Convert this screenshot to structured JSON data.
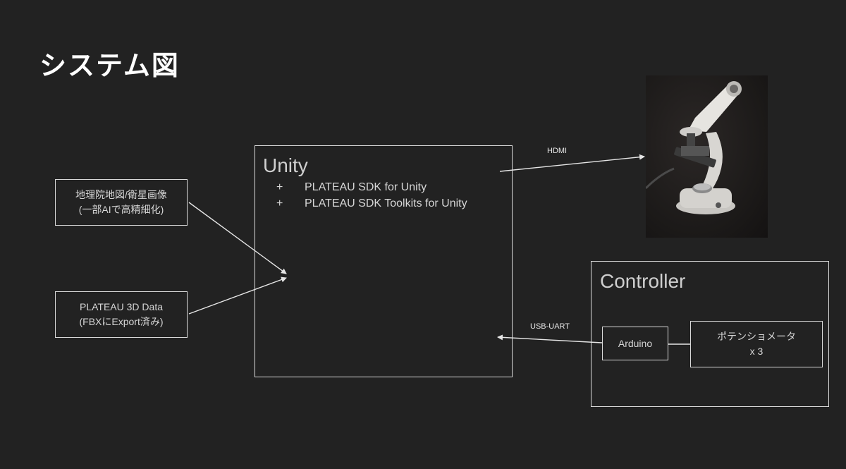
{
  "title": "システム図",
  "unity": {
    "title": "Unity",
    "items": [
      {
        "bullet": "+",
        "label": "PLATEAU SDK for Unity"
      },
      {
        "bullet": "+",
        "label": "PLATEAU SDK Toolkits for Unity"
      }
    ]
  },
  "sources": [
    {
      "line1": "地理院地図/衛星画像",
      "line2": "(一部AIで高精細化)"
    },
    {
      "line1": "PLATEAU 3D Data",
      "line2": "(FBXにExport済み)"
    }
  ],
  "controller": {
    "title": "Controller",
    "arduino": "Arduino",
    "potentiometer": {
      "line1": "ポテンショメータ",
      "line2": "x 3"
    }
  },
  "links": {
    "hdmi": "HDMI",
    "usb_uart": "USB-UART"
  },
  "colors": {
    "background": "#222222",
    "line": "#d9d9d9",
    "text": "#e0e0e0"
  }
}
